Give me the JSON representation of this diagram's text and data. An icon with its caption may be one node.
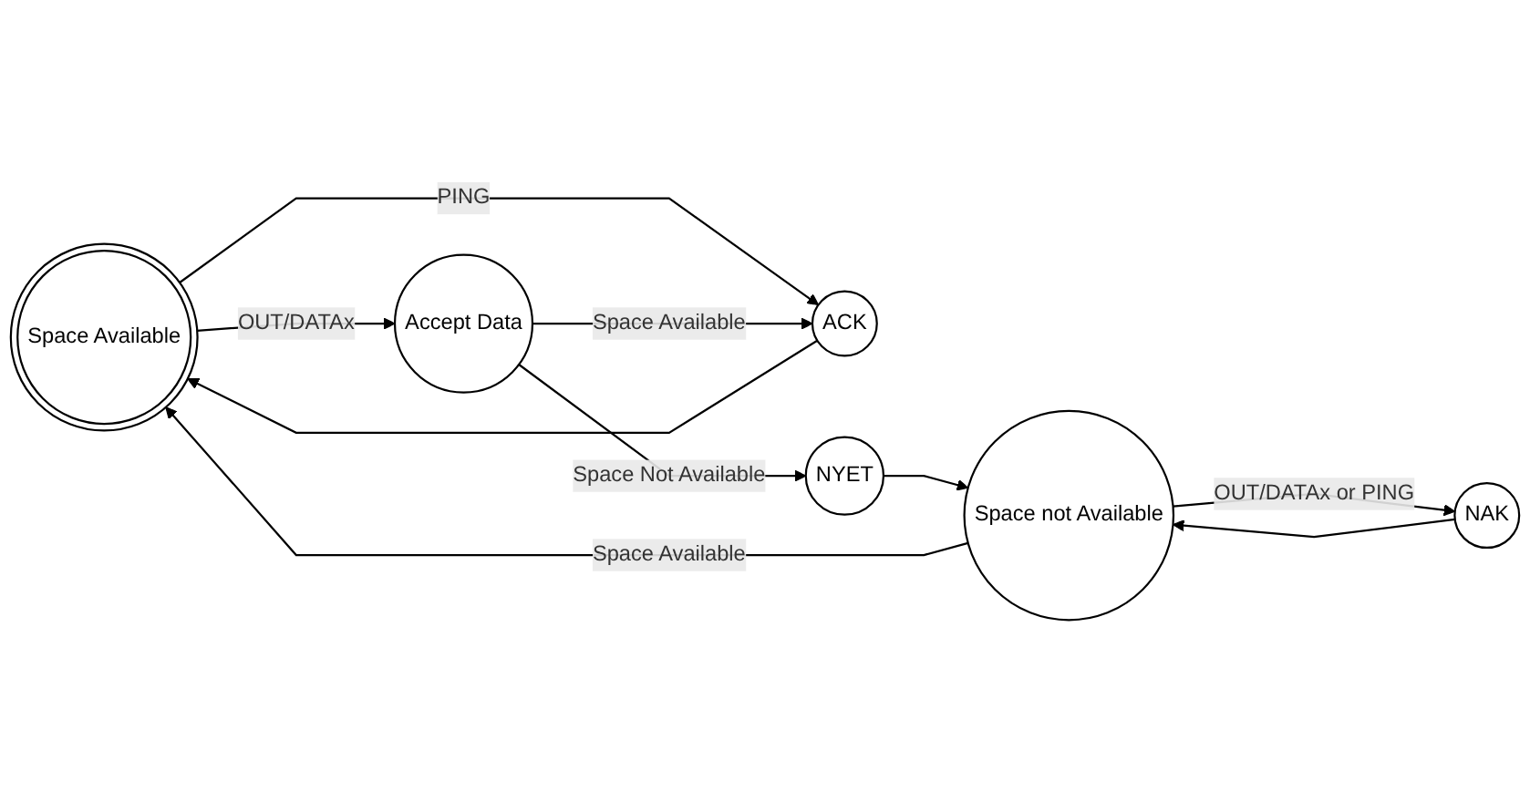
{
  "diagram": {
    "nodes": [
      {
        "text": [
          "Space Available"
        ]
      },
      {
        "text": [
          "Space not Available"
        ]
      },
      {
        "text": [
          "ACK"
        ]
      },
      {
        "text": [
          "Accept Data"
        ]
      },
      {
        "text": [
          "NYET"
        ]
      },
      {
        "text": [
          "NAK"
        ]
      }
    ],
    "edges": [
      {
        "from": 1,
        "to": 0,
        "arrow": "to",
        "label": "Space Available"
      },
      {
        "from": 0,
        "to": 2,
        "arrow": "to",
        "label": "PING"
      },
      {
        "from": 2,
        "to": 0,
        "arrow": "to"
      },
      {
        "from": 0,
        "to": 3,
        "arrow": "to",
        "label": "OUT/DATAx"
      },
      {
        "from": 3,
        "to": 2,
        "arrow": "to",
        "label": "Space Available"
      },
      {
        "from": 3,
        "to": 4,
        "arrow": "to",
        "label": "Space Not Available"
      },
      {
        "from": 4,
        "to": 1,
        "arrow": "to"
      },
      {
        "from": 1,
        "to": 5,
        "arrow": "to",
        "label": "OUT/DATAx or PING"
      },
      {
        "from": 5,
        "to": 1,
        "arrow": "to"
      }
    ]
  }
}
